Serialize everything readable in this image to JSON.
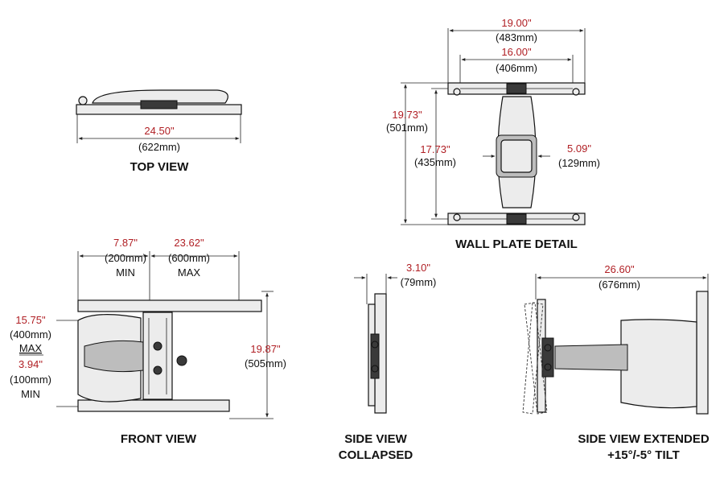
{
  "views": {
    "top": {
      "title": "TOP VIEW",
      "width_in": "24.50\"",
      "width_mm": "(622mm)"
    },
    "wall": {
      "title": "WALL PLATE DETAIL",
      "outer_w_in": "19.00\"",
      "outer_w_mm": "(483mm)",
      "inner_w_in": "16.00\"",
      "inner_w_mm": "(406mm)",
      "outer_h_in": "19.73\"",
      "outer_h_mm": "(501mm)",
      "inner_h_in": "17.73\"",
      "inner_h_mm": "(435mm)",
      "box_w_in": "5.09\"",
      "box_w_mm": "(129mm)"
    },
    "front": {
      "title": "FRONT VIEW",
      "min_in": "7.87\"",
      "min_mm": "(200mm)",
      "min_label": "MIN",
      "max_in": "23.62\"",
      "max_mm": "(600mm)",
      "max_label": "MAX",
      "vmax_in": "15.75\"",
      "vmax_mm": "(400mm)",
      "vmax_label": "MAX",
      "vmin_in": "3.94\"",
      "vmin_mm": "(100mm)",
      "vmin_label": "MIN",
      "height_in": "19.87\"",
      "height_mm": "(505mm)"
    },
    "side_collapsed": {
      "title_line1": "SIDE VIEW",
      "title_line2": "COLLAPSED",
      "depth_in": "3.10\"",
      "depth_mm": "(79mm)"
    },
    "side_extended": {
      "title_line1": "SIDE VIEW EXTENDED",
      "title_line2": "+15°/-5° TILT",
      "depth_in": "26.60\"",
      "depth_mm": "(676mm)"
    }
  }
}
